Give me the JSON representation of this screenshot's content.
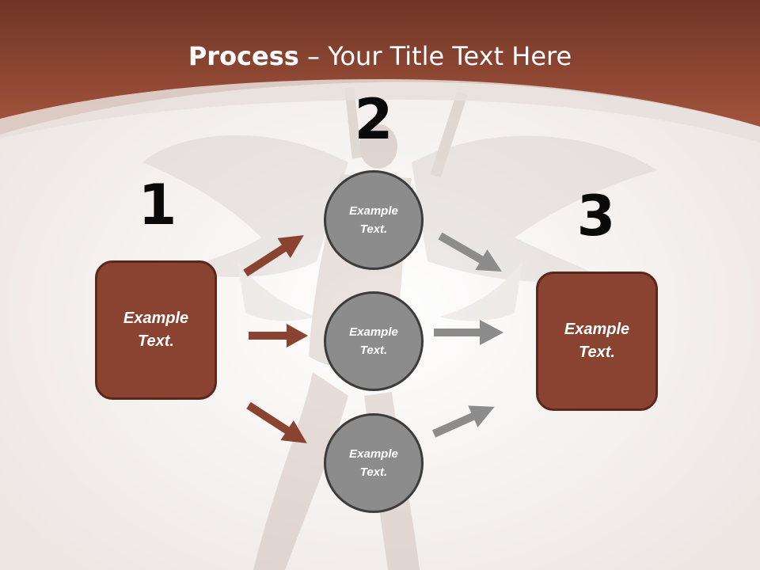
{
  "title": {
    "bold": "Process",
    "rest": " – Your Title Text Here"
  },
  "numbers": [
    "1",
    "2",
    "3"
  ],
  "boxes": [
    {
      "line1": "Example",
      "line2": "Text."
    },
    {
      "line1": "Example",
      "line2": "Text."
    }
  ],
  "circles": [
    {
      "line1": "Example",
      "line2": "Text."
    },
    {
      "line1": "Example",
      "line2": "Text."
    },
    {
      "line1": "Example",
      "line2": "Text."
    }
  ],
  "colors": {
    "header": "#8a4330",
    "box": "#8a4330",
    "circle": "#8c8c8c",
    "arrow_brown": "#8a4330",
    "arrow_gray": "#8c8c8c"
  },
  "icons": {
    "arrows": "right-arrow-icon",
    "background": "winged-figure-photo"
  }
}
